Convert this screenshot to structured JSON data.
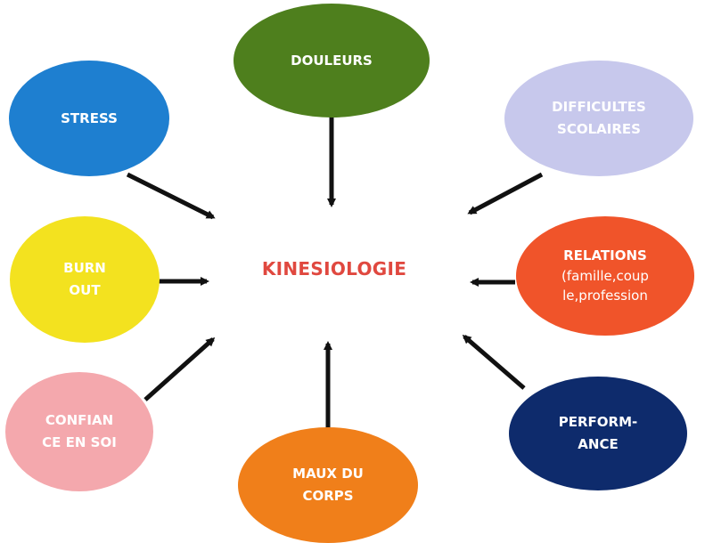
{
  "center": {
    "label": "KINESIOLOGIE",
    "color": "#e0483f"
  },
  "nodes": {
    "douleurs": {
      "lines": [
        "DOULEURS"
      ],
      "color": "#4e7f1d"
    },
    "stress": {
      "lines": [
        "STRESS"
      ],
      "color": "#1e7fd0"
    },
    "difficultes_scolaires": {
      "lines": [
        "DIFFICULTES",
        "SCOLAIRES"
      ],
      "color": "#c7c8ec"
    },
    "burn_out": {
      "lines": [
        "BURN",
        "OUT"
      ],
      "color": "#f3e21f"
    },
    "relations": {
      "lines": [
        "RELATIONS",
        "(famille,coup",
        "le,profession"
      ],
      "color": "#f0542a"
    },
    "confiance": {
      "lines": [
        "CONFIAN",
        "CE EN SOI"
      ],
      "color": "#f4a8ad"
    },
    "performance": {
      "lines": [
        "PERFORM-",
        "ANCE"
      ],
      "color": "#0e2b6c"
    },
    "maux_du_corps": {
      "lines": [
        "MAUX DU",
        "CORPS"
      ],
      "color": "#f07f1a"
    }
  },
  "arrow_color": "#111111"
}
